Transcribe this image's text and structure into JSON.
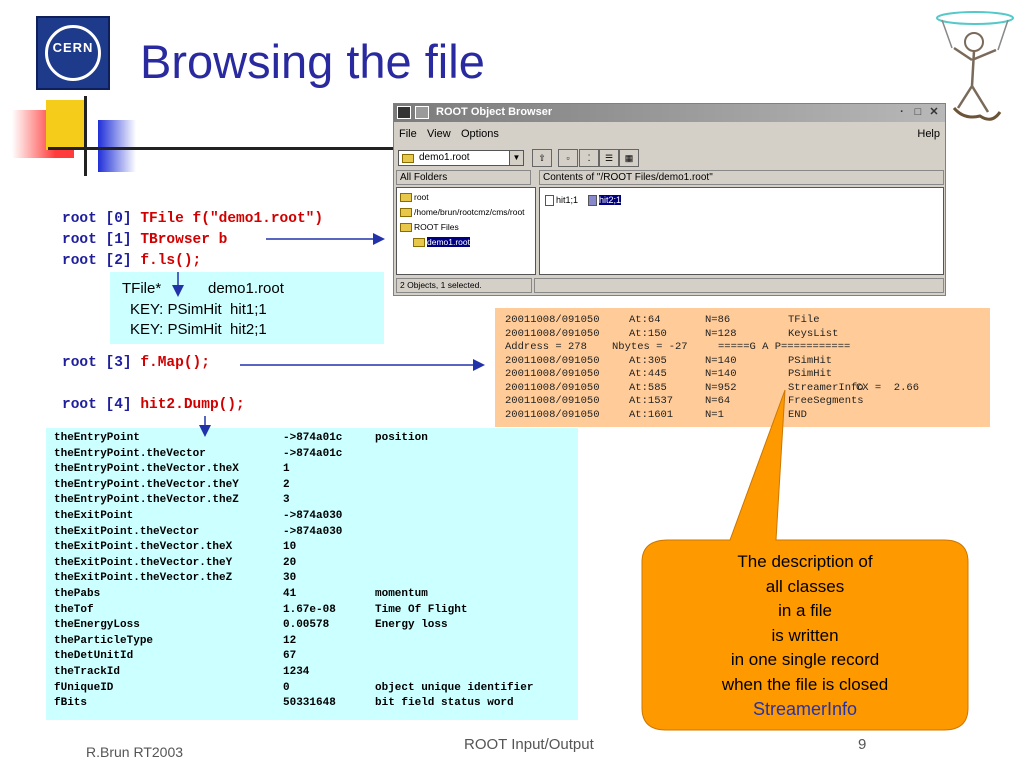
{
  "slide": {
    "title": "Browsing the file",
    "logo_text": "CERN",
    "footer_left": "R.Brun RT2003",
    "footer_center": "ROOT Input/Output",
    "page_number": "9"
  },
  "browser": {
    "window_title": "ROOT Object Browser",
    "menu": [
      "File",
      "View",
      "Options"
    ],
    "help": "Help",
    "combo_value": "demo1.root",
    "left_header": "All Folders",
    "right_header": "Contents of \"/ROOT Files/demo1.root\"",
    "tree": [
      "root",
      "/home/brun/rootcmz/cms/root",
      "ROOT Files",
      "demo1.root"
    ],
    "contents": [
      "hit1;1",
      "hit2;1"
    ],
    "status": "2 Objects, 1 selected."
  },
  "commands": [
    {
      "prefix": "root [0] ",
      "code": "TFile f(\"demo1.root\")"
    },
    {
      "prefix": "root [1] ",
      "code": "TBrowser b"
    },
    {
      "prefix": "root [2] ",
      "code": "f.ls();"
    },
    {
      "prefix": "root [3] ",
      "code": "f.Map();"
    },
    {
      "prefix": "root [4] ",
      "code": "hit2.Dump();"
    }
  ],
  "ls_output": {
    "line1_a": "TFile*",
    "line1_b": "demo1.root",
    "line2": "KEY: PSimHit  hit1;1",
    "line3": "KEY: PSimHit  hit2;1"
  },
  "map_output": [
    [
      "20011008/091050",
      "At:64",
      "N=86",
      "TFile",
      ""
    ],
    [
      "20011008/091050",
      "At:150",
      "N=128",
      "KeysList",
      ""
    ],
    [
      "Address = 278",
      "Nbytes = -27",
      "=====G A P===========",
      "",
      ""
    ],
    [
      "20011008/091050",
      "At:305",
      "N=140",
      "PSimHit",
      ""
    ],
    [
      "20011008/091050",
      "At:445",
      "N=140",
      "PSimHit",
      ""
    ],
    [
      "20011008/091050",
      "At:585",
      "N=952",
      "StreamerInfo",
      "CX =  2.66"
    ],
    [
      "20011008/091050",
      "At:1537",
      "N=64",
      "FreeSegments",
      ""
    ],
    [
      "20011008/091050",
      "At:1601",
      "N=1",
      "END",
      ""
    ]
  ],
  "dump_output": [
    [
      "theEntryPoint",
      "->874a01c",
      "position"
    ],
    [
      "theEntryPoint.theVector",
      "->874a01c",
      ""
    ],
    [
      "theEntryPoint.theVector.theX",
      "1",
      ""
    ],
    [
      "theEntryPoint.theVector.theY",
      "2",
      ""
    ],
    [
      "theEntryPoint.theVector.theZ",
      "3",
      ""
    ],
    [
      "theExitPoint",
      "->874a030",
      ""
    ],
    [
      "theExitPoint.theVector",
      "->874a030",
      ""
    ],
    [
      "theExitPoint.theVector.theX",
      "10",
      ""
    ],
    [
      "theExitPoint.theVector.theY",
      "20",
      ""
    ],
    [
      "theExitPoint.theVector.theZ",
      "30",
      ""
    ],
    [
      "thePabs",
      "41",
      "momentum"
    ],
    [
      "theTof",
      "1.67e-08",
      "Time Of Flight"
    ],
    [
      "theEnergyLoss",
      "0.00578",
      "Energy loss"
    ],
    [
      "theParticleType",
      "12",
      ""
    ],
    [
      "theDetUnitId",
      "67",
      ""
    ],
    [
      "theTrackId",
      "1234",
      ""
    ],
    [
      "fUniqueID",
      "0",
      "object unique identifier"
    ],
    [
      "fBits",
      "50331648",
      "bit field status word"
    ]
  ],
  "callout": {
    "lines": [
      "The description of",
      "all classes",
      "in a file",
      "is written",
      "in one single record",
      "when the file is closed"
    ],
    "accent": "StreamerInfo"
  },
  "colors": {
    "title": "#2a2aa0",
    "command_prefix": "#1f1f9e",
    "command_code": "#d10000",
    "cyan_box": "#ccffff",
    "map_box": "#ffcc99",
    "callout": "#ff9900",
    "arrow": "#2233aa"
  }
}
